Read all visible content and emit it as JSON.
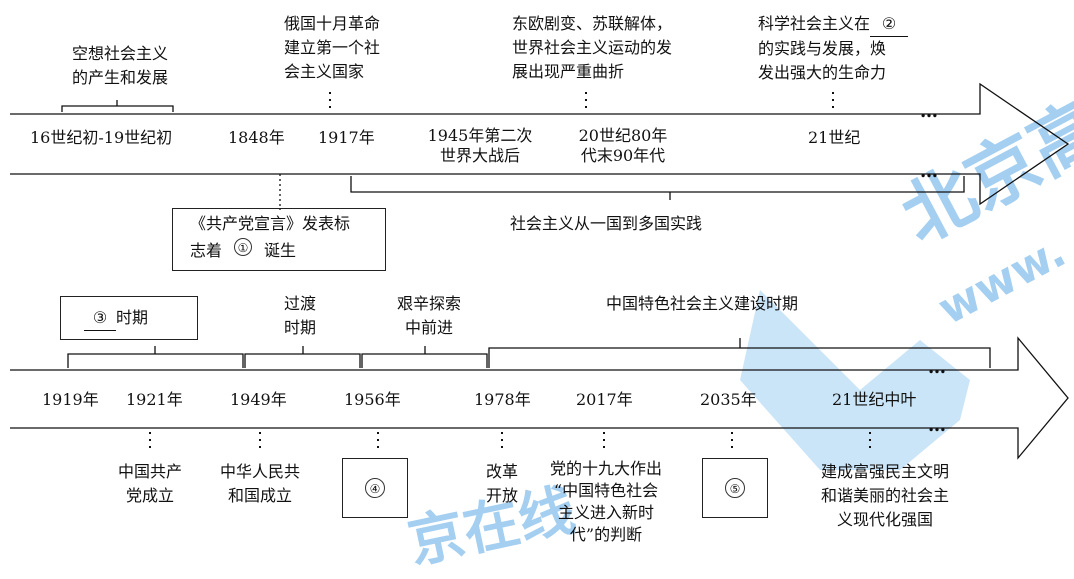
{
  "top": {
    "events": [
      {
        "label": [
          "空想社会主义",
          "的产生和发展"
        ]
      },
      {
        "label": [
          "俄国十月革命",
          "建立第一个社",
          "会主义国家"
        ]
      },
      {
        "label": [
          "东欧剧变、苏联解体，",
          "世界社会主义运动的发",
          "展出现严重曲折"
        ]
      },
      {
        "label_1a": "科学社会主义在",
        "label_1b": "②",
        "label_2": "的实践与发展，焕",
        "label_3": "发出强大的生命力"
      }
    ],
    "dates": [
      "16世纪初-19世纪初",
      "1848年",
      "1917年",
      "1945年第二次",
      "世界大战后",
      "20世纪80年",
      "代末90年代",
      "21世纪"
    ],
    "ellipsis": "…",
    "manifesto": {
      "line1": "《共产党宣言》发表标",
      "line2a": "志着",
      "blank": "①",
      "line2b": "诞生"
    },
    "span_label": "社会主义从一国到多国实践"
  },
  "bottom": {
    "periods": {
      "p3_blank": "③",
      "p3_text": "时期",
      "transition": [
        "过渡",
        "时期"
      ],
      "explore": [
        "艰辛探索",
        "中前进"
      ],
      "socialism": "中国特色社会主义建设时期"
    },
    "dates": [
      "1919年",
      "1921年",
      "1949年",
      "1956年",
      "1978年",
      "2017年",
      "2035年",
      "21世纪中叶"
    ],
    "events": [
      [
        "中国共产",
        "党成立"
      ],
      [
        "中华人民共",
        "和国成立"
      ],
      "④",
      [
        "改革",
        "开放"
      ],
      [
        "党的十九大作出",
        "“中国特色社会",
        "主义进入新时",
        "代”的判断"
      ],
      "⑤",
      [
        "建成富强民主文明",
        "和谐美丽的社会主",
        "义现代化强国"
      ]
    ],
    "ellipsis": "…"
  },
  "watermark": {
    "brand": "北京高",
    "url": "www.",
    "bottom": "京在线"
  }
}
